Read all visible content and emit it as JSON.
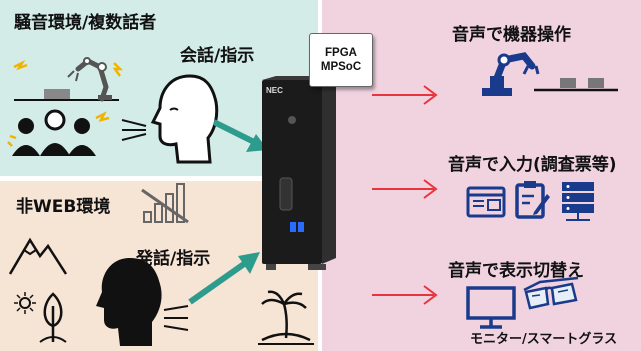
{
  "left_top": {
    "title": "騒音環境/複数話者",
    "speech_label": "会話/指示"
  },
  "left_bottom": {
    "title": "非WEB環境",
    "speech_label": "発話/指示"
  },
  "device": {
    "brand": "NEC",
    "chip_line1": "FPGA",
    "chip_line2": "MPSoC"
  },
  "outputs": [
    {
      "label": "音声で機器操作"
    },
    {
      "label": "音声で入力(調査票等)"
    },
    {
      "label": "音声で表示切替え",
      "caption": "モニター/スマートグラス"
    }
  ],
  "colors": {
    "teal_panel": "#d3ece7",
    "beige_panel": "#f6e4d5",
    "pink_panel": "#f1d3df",
    "teal_arrow": "#2e9c8c",
    "red_arrow": "#e8343c",
    "icon_blue": "#1a3a8c"
  },
  "icons": [
    "robot-arm-icon",
    "speaker-head-icon",
    "people-group-icon",
    "no-signal-icon",
    "mountain-icon",
    "sun-icon",
    "tree-icon",
    "palm-island-icon",
    "document-icon",
    "clipboard-icon",
    "server-icon",
    "monitor-icon",
    "smart-glasses-icon"
  ]
}
